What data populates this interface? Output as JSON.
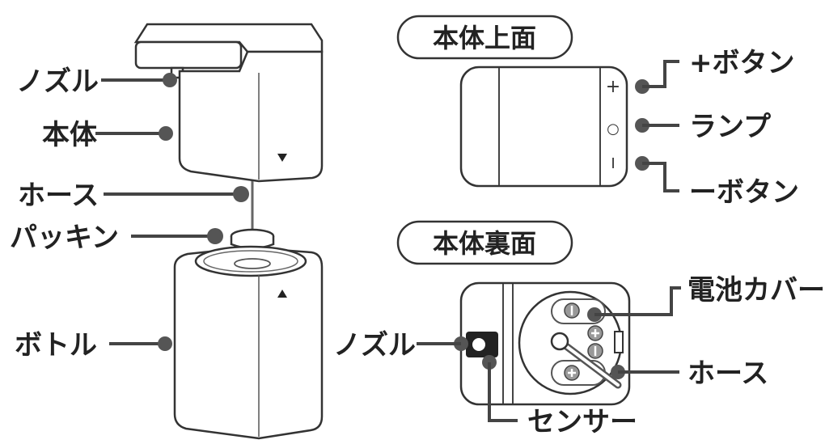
{
  "left_labels": {
    "nozzle": "ノズル",
    "body": "本体",
    "hose": "ホース",
    "packing": "パッキン",
    "bottle": "ボトル"
  },
  "top_view": {
    "title": "本体上面",
    "plus_symbol": "+",
    "lamp_symbol": "○",
    "minus_symbol": "I",
    "plus_button": "+ボタン",
    "lamp": "ランプ",
    "minus_button": "ーボタン"
  },
  "back_view": {
    "title": "本体裏面",
    "battery_cover": "電池カバー",
    "hose": "ホース",
    "nozzle": "ノズル",
    "sensor": "センサー"
  }
}
